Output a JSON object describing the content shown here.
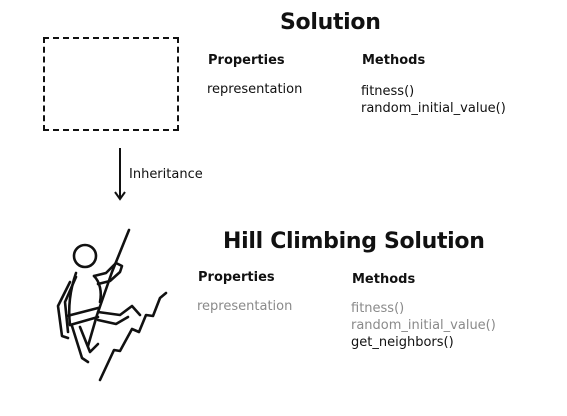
{
  "solution": {
    "title": "Solution",
    "properties_heading": "Properties",
    "properties": [
      "representation"
    ],
    "methods_heading": "Methods",
    "methods": [
      "fitness()",
      "random_initial_value()"
    ]
  },
  "inheritance": {
    "label": "Inheritance"
  },
  "hill_climbing_solution": {
    "title": "Hill Climbing Solution",
    "properties_heading": "Properties",
    "properties": [
      "representation"
    ],
    "methods_heading": "Methods",
    "methods": [
      "fitness()",
      "random_initial_value()",
      "get_neighbors()"
    ]
  },
  "icon": {
    "name": "rock-climber-icon"
  }
}
